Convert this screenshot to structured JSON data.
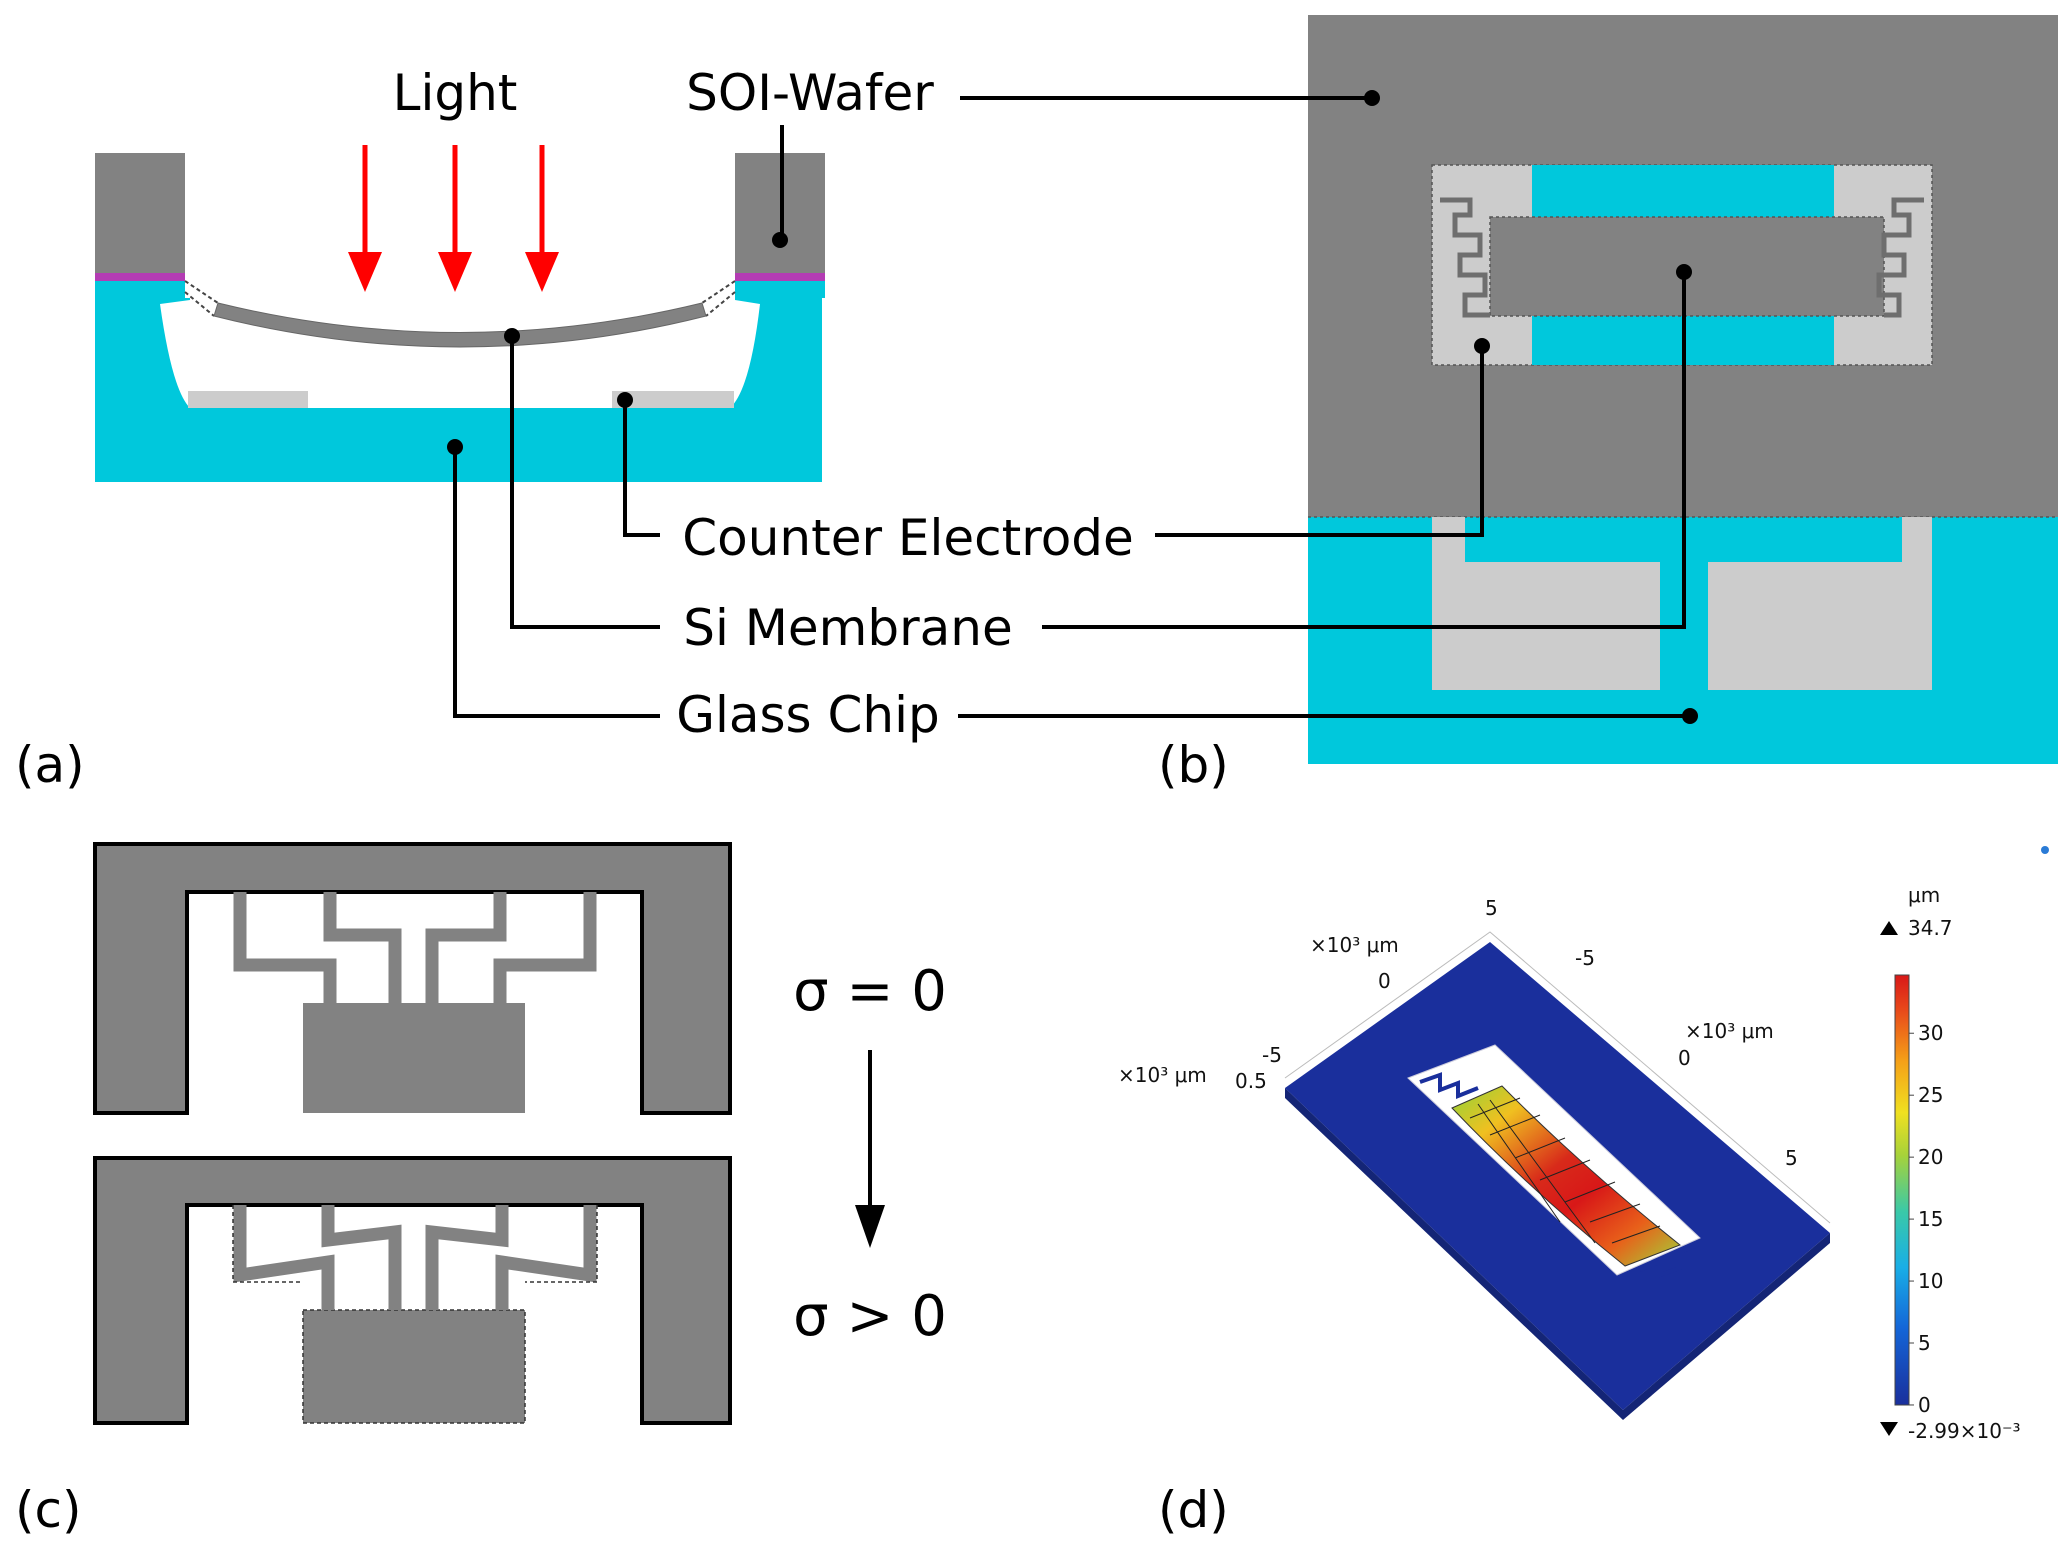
{
  "colors": {
    "wafer_gray": "#828282",
    "glass_cyan": "#00c8dc",
    "electrode_light": "#cccccc",
    "bond_magenta": "#b43cb4",
    "light_arrow": "#ff0000"
  },
  "panel_a": {
    "label": "(a)",
    "light": "Light",
    "soi_wafer": "SOI-Wafer",
    "counter_electrode": "Counter Electrode",
    "si_membrane": "Si Membrane",
    "glass_chip": "Glass Chip"
  },
  "panel_b": {
    "label": "(b)"
  },
  "panel_c": {
    "label": "(c)",
    "sigma_zero": "σ = 0",
    "sigma_positive": "σ > 0"
  },
  "panel_d": {
    "label": "(d)",
    "unit_text": "×10³ μm",
    "axis_ticks": [
      "5",
      "0",
      "-5",
      "0.5",
      "-5",
      "0",
      "5"
    ],
    "colorbar": {
      "unit": "μm",
      "max_label": "34.7",
      "min_label": "-2.99×10⁻³",
      "ticks": [
        "30",
        "25",
        "20",
        "15",
        "10",
        "5",
        "0"
      ],
      "range": [
        -0.00299,
        34.7
      ]
    }
  }
}
